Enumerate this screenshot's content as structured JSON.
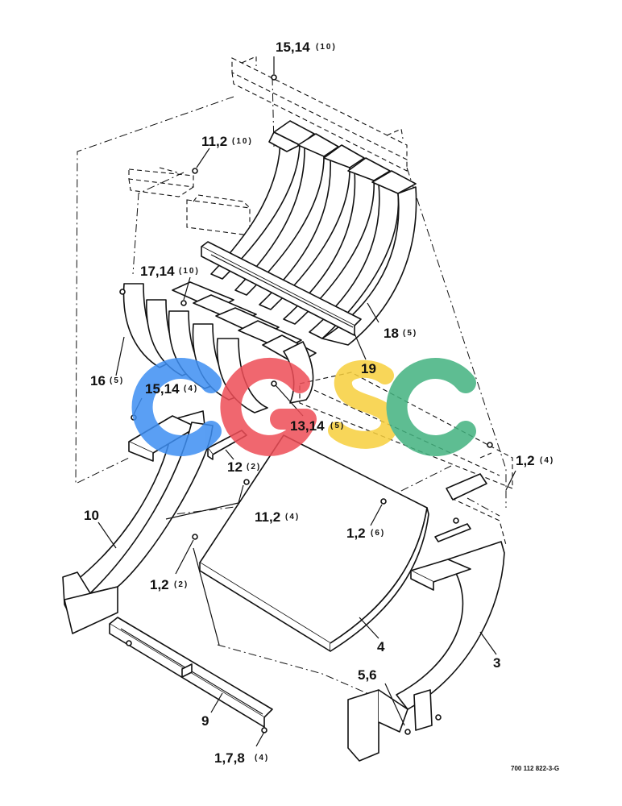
{
  "callouts": [
    {
      "id": "c1",
      "label": "15,14",
      "qty": "(10)"
    },
    {
      "id": "c2",
      "label": "11,2",
      "qty": "(10)"
    },
    {
      "id": "c3",
      "label": "17,14",
      "qty": "(10)"
    },
    {
      "id": "c4",
      "label": "18",
      "qty": "(5)"
    },
    {
      "id": "c5",
      "label": "16",
      "qty": "(5)"
    },
    {
      "id": "c6",
      "label": "19",
      "qty": ""
    },
    {
      "id": "c7",
      "label": "15,14",
      "qty": "(4)"
    },
    {
      "id": "c8",
      "label": "13,14",
      "qty": "(5)"
    },
    {
      "id": "c9",
      "label": "12",
      "qty": "(2)"
    },
    {
      "id": "c10",
      "label": "1,2",
      "qty": "(4)"
    },
    {
      "id": "c11",
      "label": "10",
      "qty": ""
    },
    {
      "id": "c12",
      "label": "11,2",
      "qty": "(4)"
    },
    {
      "id": "c13",
      "label": "1,2",
      "qty": "(6)"
    },
    {
      "id": "c14",
      "label": "1,2",
      "qty": "(2)"
    },
    {
      "id": "c15",
      "label": "4",
      "qty": ""
    },
    {
      "id": "c16",
      "label": "3",
      "qty": ""
    },
    {
      "id": "c17",
      "label": "5,6",
      "qty": ""
    },
    {
      "id": "c18",
      "label": "9",
      "qty": ""
    },
    {
      "id": "c19",
      "label": "1,7,8",
      "qty": "(4)"
    }
  ],
  "drawing_number": "700 112 822-3-G",
  "watermark": {
    "text": "CGSC",
    "colors": [
      "#3d8ef2",
      "#ee4d57",
      "#f7cf3d",
      "#43b27f"
    ]
  }
}
